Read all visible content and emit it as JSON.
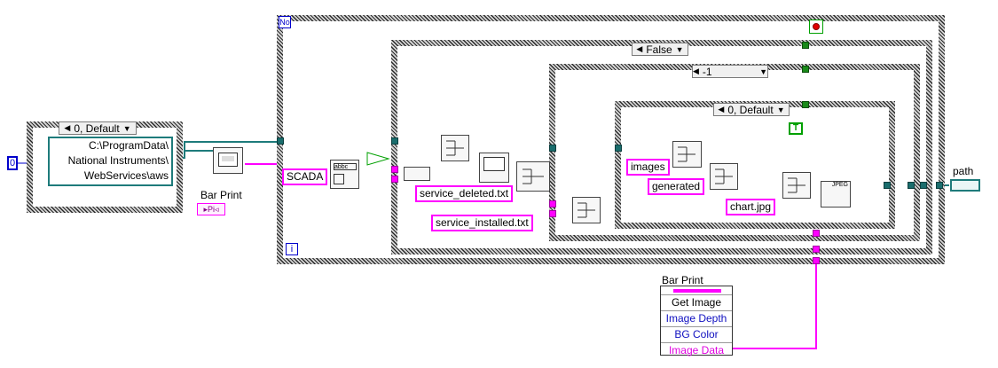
{
  "numeric_const": "0",
  "outer_case": {
    "selector": "0, Default",
    "path_text": [
      "C:\\ProgramData\\",
      "National Instruments\\",
      "WebServices\\aws"
    ]
  },
  "while_loop": {
    "top_label": "No",
    "iteration_terminal": "i"
  },
  "case_false": {
    "selector": "False"
  },
  "case_minus1": {
    "selector": "-1"
  },
  "case_inner": {
    "selector": "0, Default"
  },
  "bool_const": "T",
  "strings": {
    "scada": "SCADA",
    "service_deleted": "service_deleted.txt",
    "service_installed": "service_installed.txt",
    "images": "images",
    "generated": "generated",
    "chart": "chart.jpg"
  },
  "bar_print_ref": {
    "label": "Bar Print"
  },
  "path_indicator": {
    "label": "path"
  },
  "property_node": {
    "title": "Bar Print",
    "rows": [
      "Get Image",
      "Image Depth",
      "BG Color",
      "Image Data"
    ],
    "colors": {
      "image_data": "#e000e0",
      "image_depth": "#1010c0",
      "bg_color": "#1010c0",
      "get_image": "#000000"
    }
  },
  "colors": {
    "path_wire": "#1e7b7b",
    "string_wire": "#ff00ff",
    "bool_wire": "#00a000",
    "numeric": "#0000cc"
  },
  "icons": [
    "stop-icon",
    "build-path-icon",
    "file-dialog-icon",
    "match-pattern-icon",
    "write-jpeg-icon",
    "refnum-icon"
  ]
}
